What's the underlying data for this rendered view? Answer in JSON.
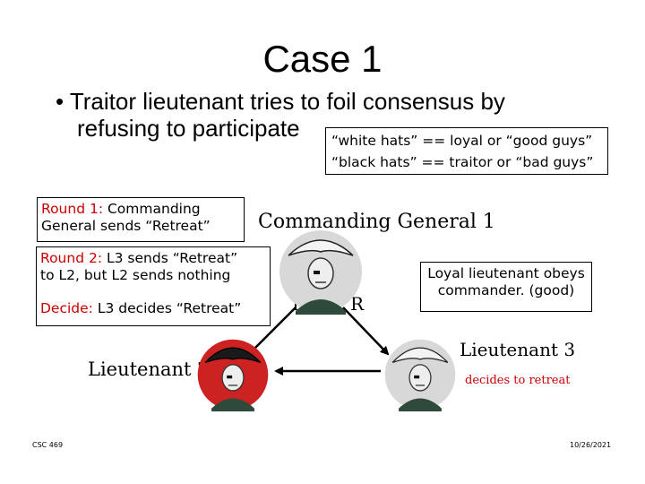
{
  "slide": {
    "title": "Case 1",
    "bullet_line1": "• Traitor lieutenant tries to foil consensus by",
    "bullet_line2": "refusing to participate"
  },
  "legend": {
    "white_hats": "“white hats” == loyal or “good guys”",
    "black_hats": "“black hats” == traitor or “bad guys”"
  },
  "round1": {
    "label": "Round 1:",
    "text": " Commanding",
    "line2": "General sends “Retreat”"
  },
  "round2": {
    "label": "Round 2:",
    "text": " L3 sends “Retreat”",
    "line2": "to L2, but L2 sends nothing"
  },
  "decide": {
    "label": "Decide:",
    "text": " L3 decides “Retreat”"
  },
  "loyal_note": {
    "line1": "Loyal lieutenant obeys",
    "line2": "commander. (good)"
  },
  "nodes": {
    "commanding_general": "Commanding General 1",
    "lieutenant2": "Lieutenant 2",
    "lieutenant3": "Lieutenant 3",
    "lieutenant3_note": "decides to retreat"
  },
  "edge_labels": {
    "left": "R",
    "right": "R"
  },
  "footer": {
    "left": "CSC 469",
    "right": "10/26/2021"
  },
  "colors": {
    "accent_red": "#cc0000",
    "hat_white": "#f4f4f4",
    "hat_black": "#1a1a1a",
    "badge_bg": "#d8d8d8",
    "coat_green": "#2e4a3a"
  }
}
